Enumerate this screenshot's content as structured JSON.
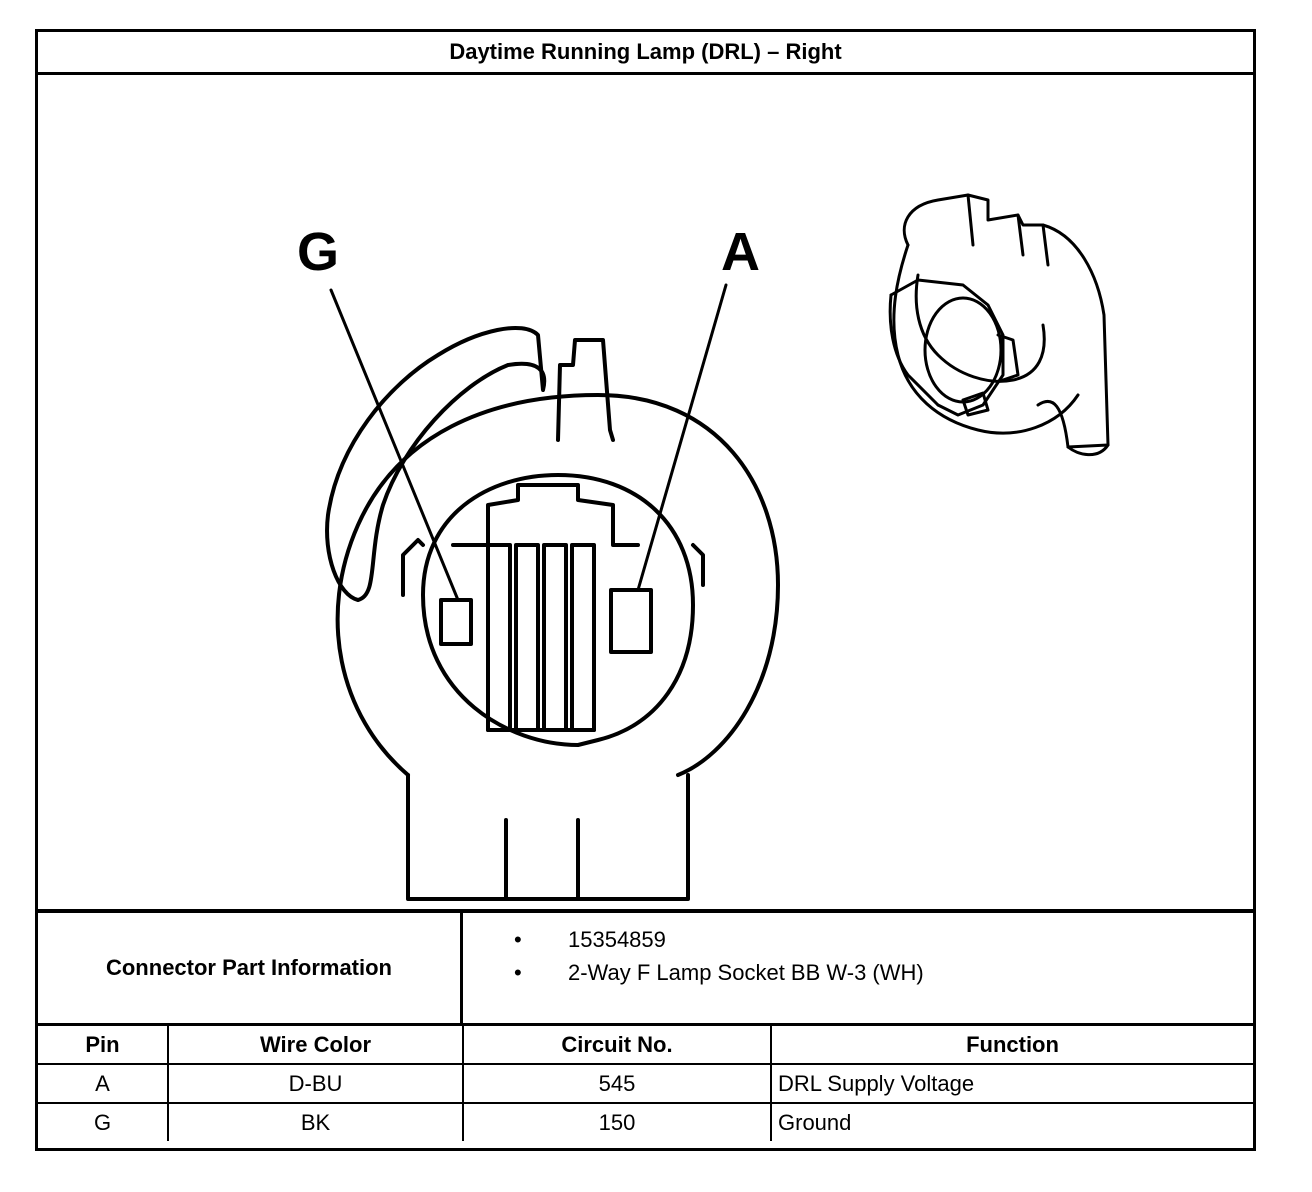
{
  "title": "Daytime Running Lamp (DRL) – Right",
  "diagram": {
    "pin_labels": {
      "left": "G",
      "right": "A"
    }
  },
  "connector_info": {
    "label": "Connector Part Information",
    "bullet": "•",
    "items": [
      "15354859",
      "2-Way F Lamp Socket BB W-3 (WH)"
    ]
  },
  "pin_table": {
    "headers": [
      "Pin",
      "Wire Color",
      "Circuit No.",
      "Function"
    ],
    "rows": [
      [
        "A",
        "D-BU",
        "545",
        "DRL Supply Voltage"
      ],
      [
        "G",
        "BK",
        "150",
        "Ground"
      ]
    ]
  }
}
